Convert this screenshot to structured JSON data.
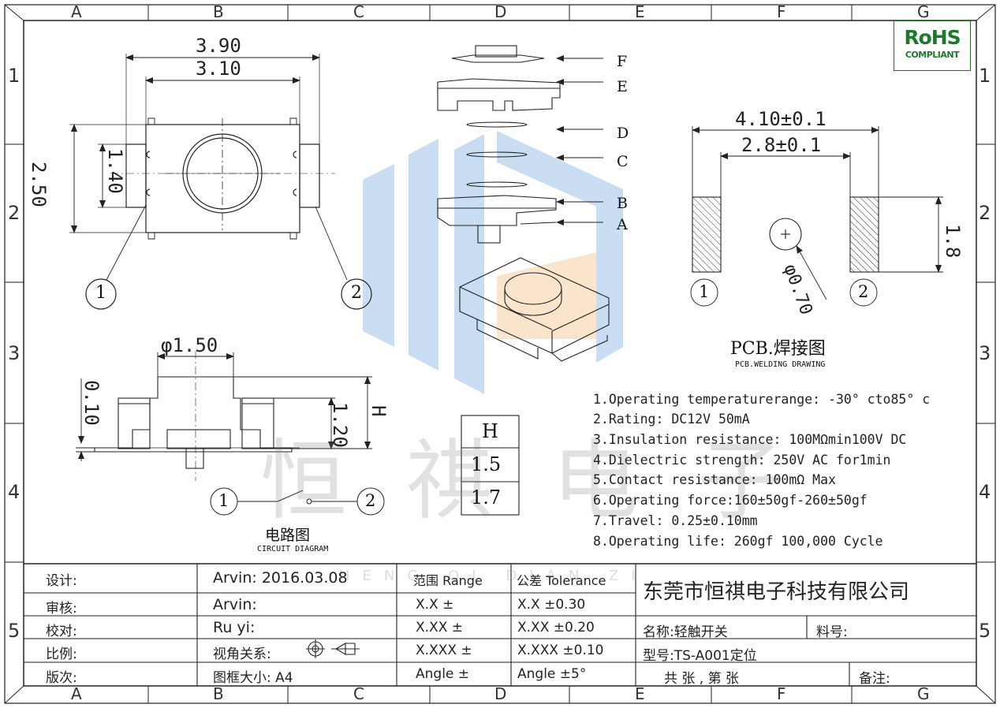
{
  "grid": {
    "columns": [
      "A",
      "B",
      "C",
      "D",
      "E",
      "F",
      "G"
    ],
    "rows": [
      "1",
      "2",
      "3",
      "4",
      "5"
    ]
  },
  "rohs": {
    "line1": "RoHS",
    "line2": "COMPLIANT"
  },
  "top_view": {
    "dim_outer": "3.90",
    "dim_inner": "3.10",
    "dim_height": "2.50",
    "dim_pin": "1.40",
    "callout_1": "1",
    "callout_2": "2"
  },
  "exploded": {
    "labels": [
      "F",
      "E",
      "D",
      "C",
      "B",
      "A"
    ]
  },
  "pcb": {
    "dim_outer": "4.10±0.1",
    "dim_inner": "2.8±0.1",
    "dim_pad_height": "1.8",
    "dim_hole": "φ0.70",
    "callout_1": "1",
    "callout_2": "2",
    "title": "PCB.焊接图",
    "subtitle": "PCB.WELDING DRAWING"
  },
  "side_view": {
    "dim_top": "φ1.50",
    "dim_thickness": "0.10",
    "dim_body": "1.20",
    "dim_total": "H"
  },
  "circuit": {
    "callout_1": "1",
    "callout_2": "2",
    "title": "电路图",
    "subtitle": "CIRCUIT DIAGRAM"
  },
  "h_table": {
    "header": "H",
    "values": [
      "1.5",
      "1.7"
    ]
  },
  "specs": [
    "1.Operating temperaturerange: -30° cto85° c",
    "2.Rating: DC12V 50mA",
    "3.Insulation resistance: 100MΩmin100V DC",
    "4.Dielectric strength: 250V AC for1min",
    "5.Contact resistance: 100mΩ Max",
    "6.Operating force:160±50gf-260±50gf",
    "7.Travel: 0.25±0.10mm",
    "8.Operating life: 260gf 100,000 Cycle"
  ],
  "title_block": {
    "labels": [
      "设计:",
      "审核:",
      "校对:",
      "比例:",
      "版次:"
    ],
    "col2": [
      "Arvin:  2016.03.08",
      "Arvin:",
      "Ru yi:",
      "视角关系:",
      "图框大小:  A4"
    ],
    "range_header": "范围 Range",
    "range": [
      "X.X    ±",
      "X.XX    ±",
      "X.XXX  ±",
      "Angle  ±"
    ],
    "tol_header": "公差 Tolerance",
    "tol": [
      "X.X      ±0.30",
      "X.XX    ±0.20",
      "X.XXX  ±0.10",
      "Angle  ±5°"
    ],
    "company": "东莞市恒祺电子科技有限公司",
    "name": "名称:轻触开关",
    "material": "料号:",
    "model": "型号:TS-A001定位",
    "sheets": "共    张 , 第    张",
    "remark": "备注:"
  },
  "watermark": {
    "text": "恒 祺 电 子",
    "faint": "HENG QI DIAN ZI"
  },
  "colors": {
    "line": "#222222",
    "wm_blue": "#9cc3e8",
    "wm_orange": "#f2c48a",
    "rohs": "#1d7a2b"
  }
}
